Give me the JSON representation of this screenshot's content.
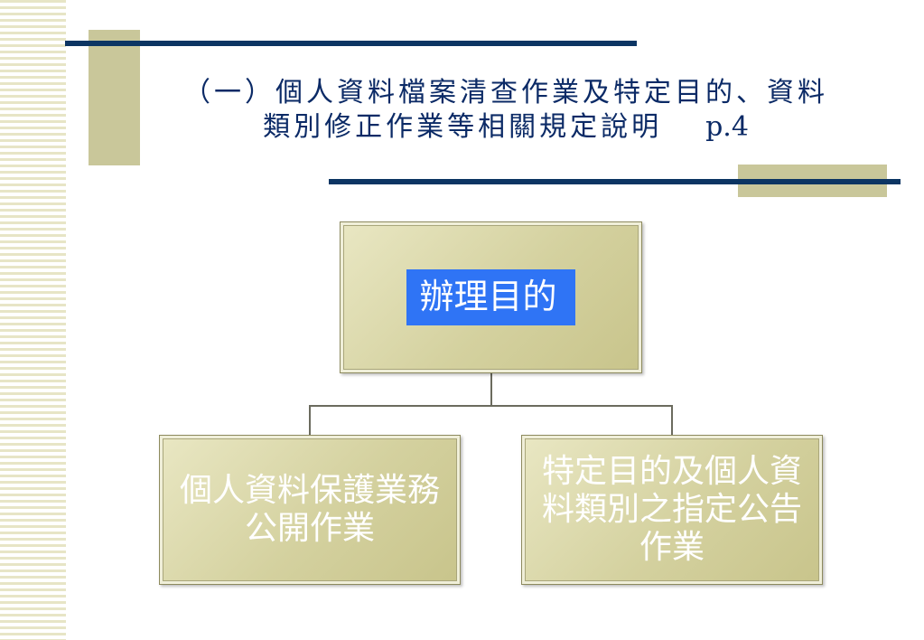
{
  "title": {
    "line1": "（一）個人資料檔案清查作業及特定目的、資料",
    "line2": "類別修正作業等相關規定說明",
    "page_ref": "p.4"
  },
  "diagram": {
    "root": {
      "label": "辦理目的",
      "label_bg": "#2f74f5"
    },
    "children": [
      {
        "label": "個人資料保護業務公開作業"
      },
      {
        "label": "特定目的及個人資料類別之指定公告作業"
      }
    ]
  },
  "colors": {
    "title_text": "#0b2a66",
    "accent_bar": "#0c3563",
    "accent_block": "#c9c79a",
    "node_fill": "#d4d19f",
    "node_text": "#ffffff"
  }
}
